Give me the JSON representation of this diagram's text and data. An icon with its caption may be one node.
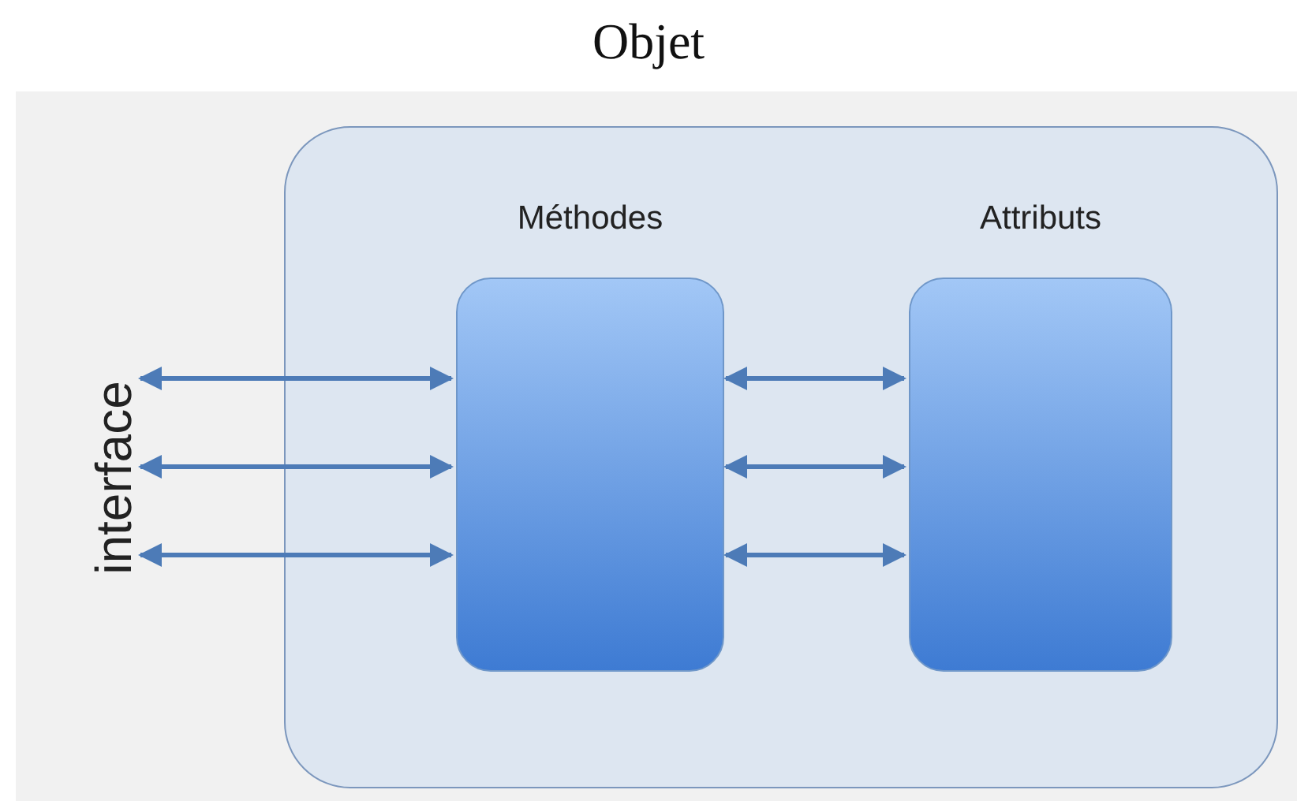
{
  "diagram": {
    "title": "Objet",
    "nodes": [
      {
        "text": [],
        "shape": "box"
      },
      {
        "text": [
          "Méthodes"
        ],
        "in": 0
      },
      {
        "text": [
          "Attributs"
        ],
        "in": 0
      },
      {
        "text": [
          "interface"
        ]
      }
    ],
    "edges": [
      {
        "from": 3,
        "to": 1,
        "arrow": "both"
      },
      {
        "from": 3,
        "to": 1,
        "arrow": "both"
      },
      {
        "from": 3,
        "to": 1,
        "arrow": "both"
      },
      {
        "from": 1,
        "to": 2,
        "arrow": "both"
      },
      {
        "from": 1,
        "to": 2,
        "arrow": "both"
      },
      {
        "from": 1,
        "to": 2,
        "arrow": "both"
      }
    ]
  }
}
